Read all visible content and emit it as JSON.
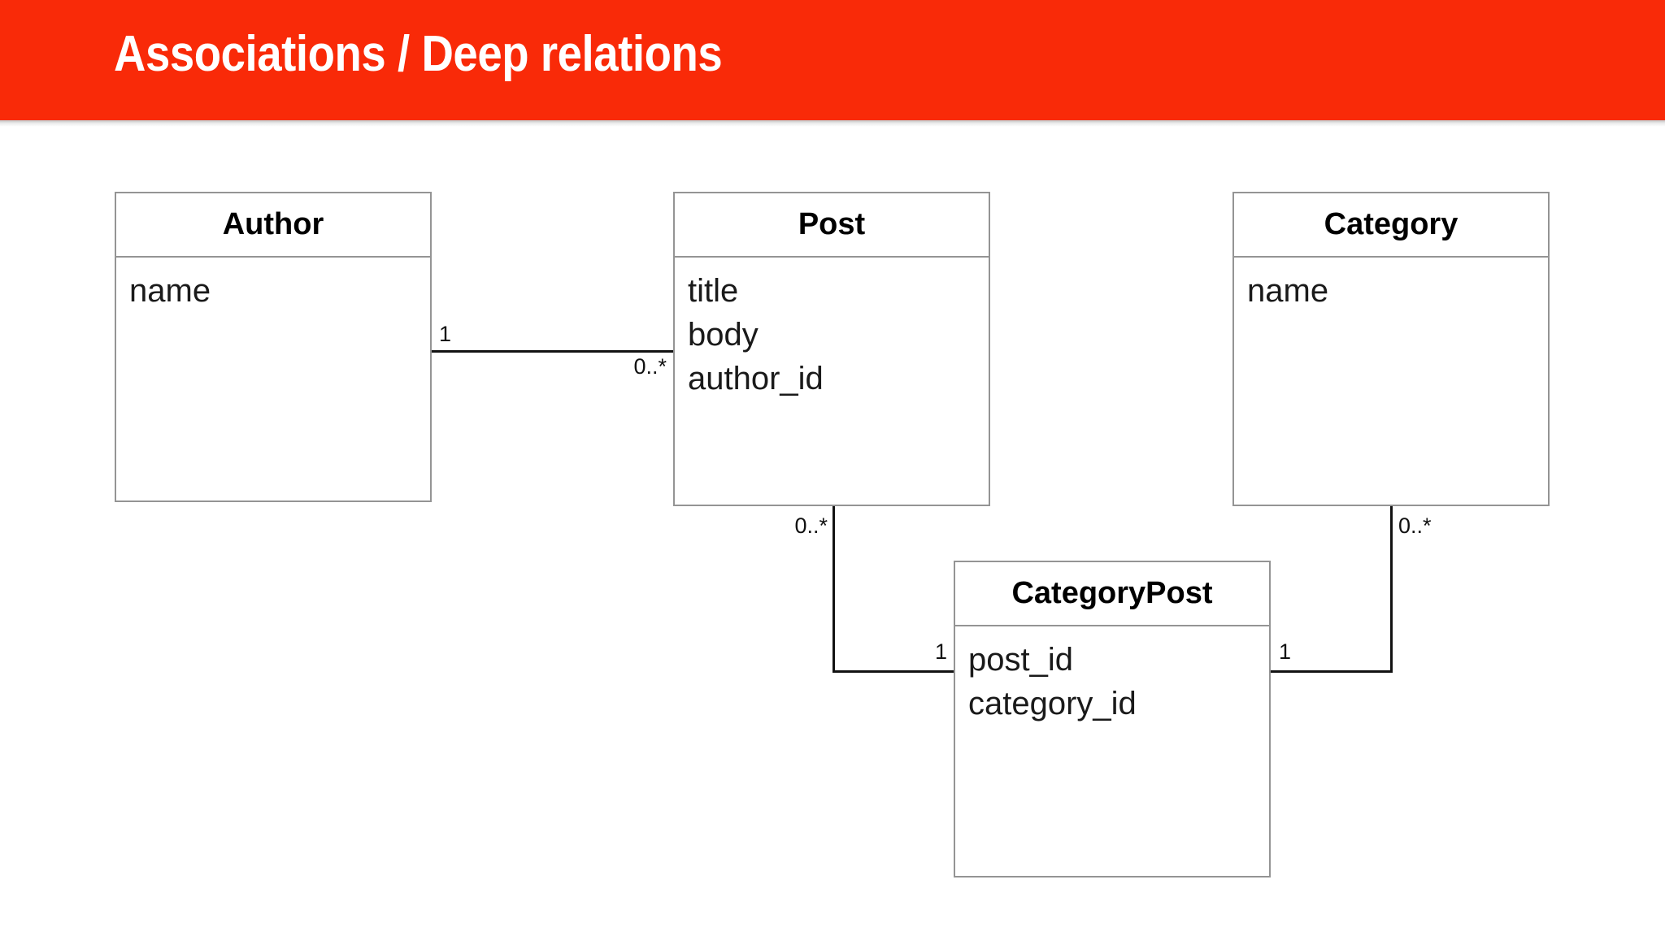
{
  "header": {
    "title": "Associations / Deep relations",
    "background_color": "#f92a08",
    "text_color": "#ffffff"
  },
  "diagram": {
    "type": "uml-class-diagram",
    "border_color": "#949494",
    "line_color": "#121212",
    "classes": [
      {
        "id": "author",
        "name": "Author",
        "attributes": [
          "name"
        ]
      },
      {
        "id": "post",
        "name": "Post",
        "attributes": [
          "title",
          "body",
          "author_id"
        ]
      },
      {
        "id": "category",
        "name": "Category",
        "attributes": [
          "name"
        ]
      },
      {
        "id": "categorypost",
        "name": "CategoryPost",
        "attributes": [
          "post_id",
          "category_id"
        ]
      }
    ],
    "associations": [
      {
        "id": "author-post",
        "from": "author",
        "to": "post",
        "from_multiplicity": "1",
        "to_multiplicity": "0..*"
      },
      {
        "id": "post-categorypost",
        "from": "post",
        "to": "categorypost",
        "from_multiplicity": "0..*",
        "to_multiplicity": "1"
      },
      {
        "id": "category-categorypost",
        "from": "category",
        "to": "categorypost",
        "from_multiplicity": "0..*",
        "to_multiplicity": "1"
      }
    ]
  }
}
